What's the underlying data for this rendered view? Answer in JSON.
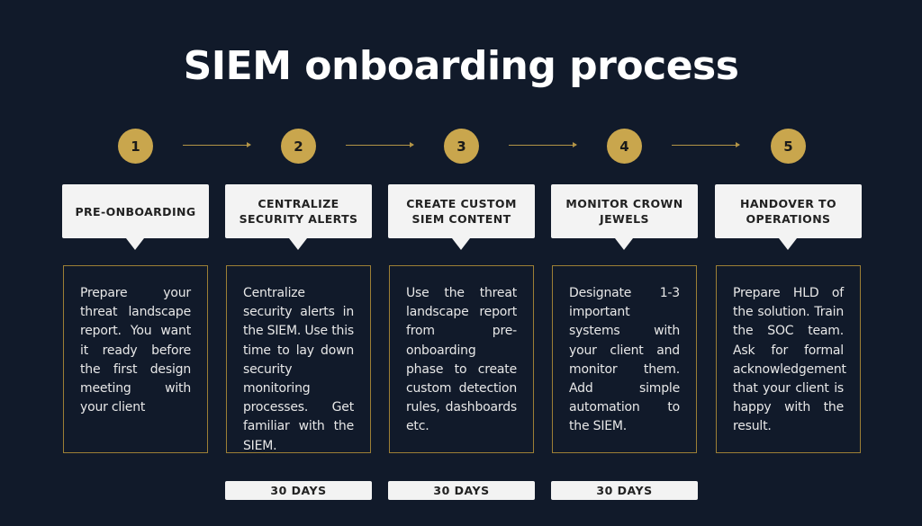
{
  "title": "SIEM onboarding process",
  "steps": [
    {
      "number": "1",
      "heading": "PRE-ONBOARDING",
      "text": "Prepare your threat landscape report. You want it ready before the first design meeting with your client",
      "duration": null
    },
    {
      "number": "2",
      "heading": "CENTRALIZE SECURITY ALERTS",
      "text": "Centralize security alerts in the SIEM. Use this time to lay down security monitoring processes. Get familiar with the SIEM.",
      "duration": "30 DAYS"
    },
    {
      "number": "3",
      "heading": "CREATE CUSTOM SIEM CONTENT",
      "text": "Use the threat landscape report from pre-onboarding phase to create custom detection rules, dashboards etc.",
      "duration": "30 DAYS"
    },
    {
      "number": "4",
      "heading": "MONITOR CROWN JEWELS",
      "text": "Designate 1-3 important systems with your client and monitor them. Add simple automation to the SIEM.",
      "duration": "30 DAYS"
    },
    {
      "number": "5",
      "heading": "HANDOVER TO OPERATIONS",
      "text": "Prepare HLD of the solution. Train the SOC team. Ask for formal acknowledgement that your client is happy with the result.",
      "duration": null
    }
  ],
  "colors": {
    "background": "#111a2a",
    "accent": "#c9a64d",
    "card": "#f3f3f3"
  }
}
